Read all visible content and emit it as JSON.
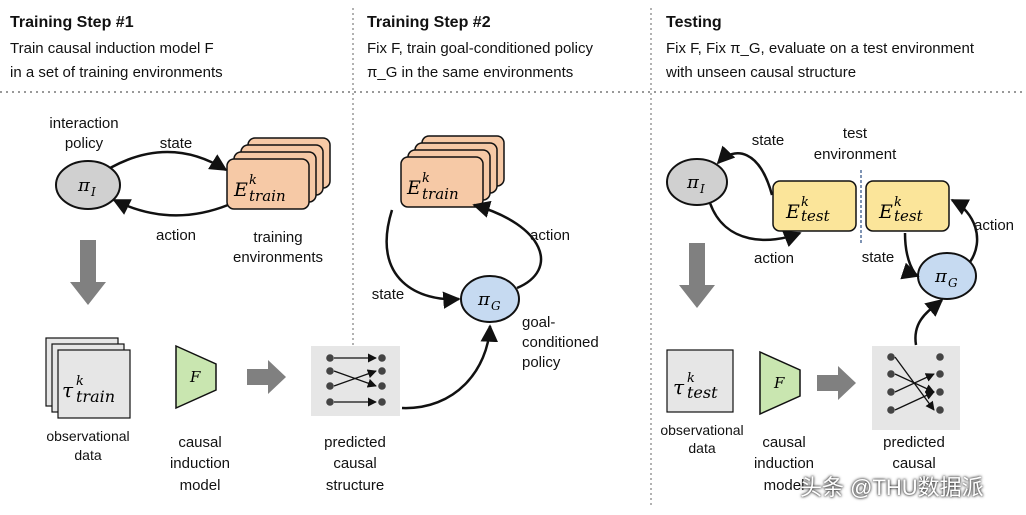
{
  "sections": [
    {
      "title": "Training Step #1",
      "line1": "Train causal induction model F",
      "line2": "in a set of training environments"
    },
    {
      "title": "Training Step #2",
      "line1": "Fix F, train goal-conditioned policy",
      "line2": "π_G in the same environments"
    },
    {
      "title": "Testing",
      "line1": "Fix F, Fix π_G, evaluate on a test environment",
      "line2": "with unseen causal structure"
    }
  ],
  "step1": {
    "interaction_policy_line1": "interaction",
    "interaction_policy_line2": "policy",
    "state": "state",
    "action": "action",
    "training_env_line1": "training",
    "training_env_line2": "environments",
    "obs_line1": "observational",
    "obs_line2": "data",
    "causal_line1": "causal",
    "causal_line2": "induction",
    "causal_line3": "model",
    "pred_line1": "predicted",
    "pred_line2": "causal",
    "pred_line3": "structure"
  },
  "step2": {
    "state": "state",
    "action": "action",
    "goal_line1": "goal-",
    "goal_line2": "conditioned",
    "goal_line3": "policy"
  },
  "testing": {
    "state_left": "state",
    "test_env_line1": "test",
    "test_env_line2": "environment",
    "action_left": "action",
    "state_right": "state",
    "action_right": "action",
    "obs_line1": "observational",
    "obs_line2": "data",
    "causal_line1": "causal",
    "causal_line2": "induction",
    "causal_line3": "model",
    "pred_line1": "predicted",
    "pred_line2": "causal"
  },
  "watermark": "头条 @THU数据派",
  "colors": {
    "env_train": "#f6c9a6",
    "env_test": "#fbe59a",
    "policy_gray": "#d0d0d0",
    "policy_blue": "#c6daf1",
    "model_green": "#c9e6b0",
    "box_gray": "#e6e6e6",
    "arrow_gray": "#808080"
  }
}
